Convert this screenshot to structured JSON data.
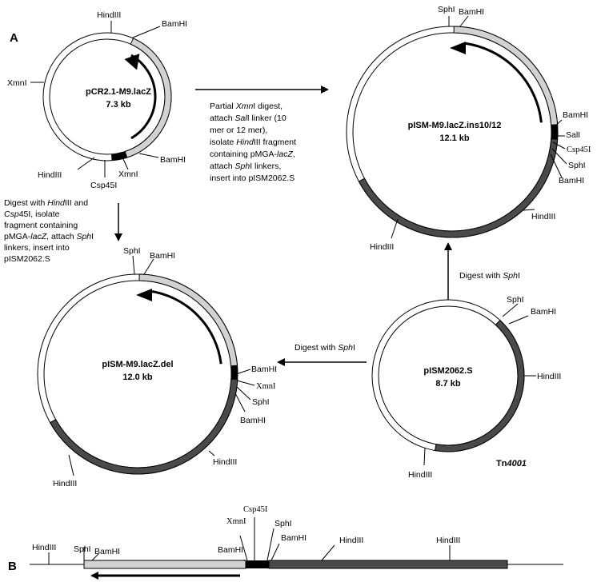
{
  "panels": {
    "a": "A",
    "b": "B"
  },
  "plasmids": [
    {
      "id": "pcr21",
      "name": "pCR2.1-M9.lacZ",
      "size": "7.3 kb"
    },
    {
      "id": "ins",
      "name": "pISM-M9.lacZ.ins10/12",
      "size": "12.1 kb"
    },
    {
      "id": "del",
      "name": "pISM-M9.lacZ.del",
      "size": "12.0 kb"
    },
    {
      "id": "s",
      "name": "pISM2062.S",
      "size": "8.7 kb"
    }
  ],
  "tn_label": {
    "prefix": "Tn",
    "number": "4001"
  },
  "steps": {
    "partial": [
      [
        {
          "t": "Partial "
        },
        {
          "t": "Xmn",
          "i": true
        },
        {
          "t": "I digest,"
        }
      ],
      [
        {
          "t": "attach "
        },
        {
          "t": "Sal",
          "i": true
        },
        {
          "t": "I linker (10"
        }
      ],
      [
        {
          "t": "mer or 12 mer),"
        }
      ],
      [
        {
          "t": "isolate "
        },
        {
          "t": "Hind",
          "i": true
        },
        {
          "t": "III fragment"
        }
      ],
      [
        {
          "t": "containing pMGA-"
        },
        {
          "t": "lacZ",
          "i": true
        },
        {
          "t": ","
        }
      ],
      [
        {
          "t": "attach "
        },
        {
          "t": "Sph",
          "i": true
        },
        {
          "t": "I linkers,"
        }
      ],
      [
        {
          "t": "insert into pISM2062.S"
        }
      ]
    ],
    "digest_hind": [
      [
        {
          "t": "Digest with "
        },
        {
          "t": "Hind",
          "i": true
        },
        {
          "t": "III and"
        }
      ],
      [
        {
          "t": "Csp",
          "i": true
        },
        {
          "t": "45I, isolate"
        }
      ],
      [
        {
          "t": "fragment containing"
        }
      ],
      [
        {
          "t": "pMGA-"
        },
        {
          "t": "lacZ",
          "i": true
        },
        {
          "t": ", attach "
        },
        {
          "t": "Sph",
          "i": true
        },
        {
          "t": "I"
        }
      ],
      [
        {
          "t": "linkers, insert into"
        }
      ],
      [
        {
          "t": "pISM2062.S"
        }
      ]
    ],
    "digest_sph_up": [
      [
        {
          "t": "Digest with "
        },
        {
          "t": "Sph",
          "i": true
        },
        {
          "t": "I"
        }
      ]
    ],
    "digest_sph_left": [
      [
        {
          "t": "Digest with "
        },
        {
          "t": "Sph",
          "i": true
        },
        {
          "t": "I"
        }
      ]
    ]
  },
  "sites": {
    "hindiii": "HindIII",
    "bamhi": "BamHI",
    "xmni": "XmnI",
    "csp45i": "Csp45I",
    "sphi": "SphI",
    "sali": "SalI"
  },
  "colors": {
    "light_segment": "#d2d2d2",
    "dark_segment": "#4a4a4a",
    "insert_block": "#000000",
    "outline": "#000000"
  }
}
